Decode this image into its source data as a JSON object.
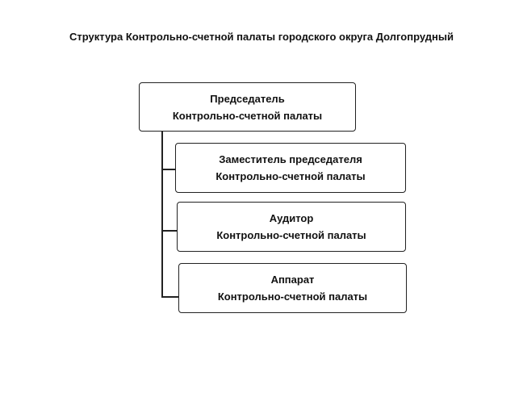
{
  "title": "Структура Контрольно-счетной палаты городского округа Долгопрудный",
  "chairman": {
    "line1": "Председатель",
    "line2": "Контрольно-счетной палаты"
  },
  "subordinates": [
    {
      "line1": "Заместитель председателя",
      "line2": "Контрольно-счетной палаты"
    },
    {
      "line1": "Аудитор",
      "line2": "Контрольно-счетной палаты"
    },
    {
      "line1": "Аппарат",
      "line2": "Контрольно-счетной палаты"
    }
  ]
}
